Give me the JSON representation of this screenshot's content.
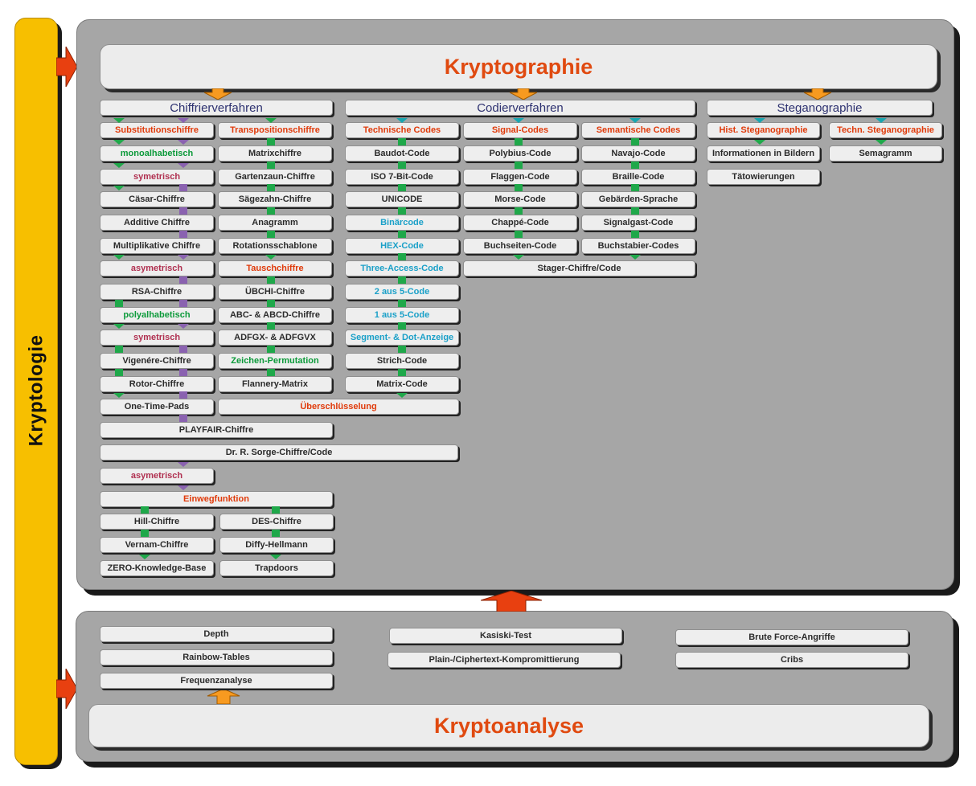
{
  "sidebar": {
    "label": "Kryptologie"
  },
  "kryptographie": {
    "title": "Kryptographie"
  },
  "kryptoanalyse": {
    "title": "Kryptoanalyse"
  },
  "headers": {
    "chiffrier": "Chiffrierverfahren",
    "codier": "Codierverfahren",
    "stegano": "Steganographie"
  },
  "nodes": {
    "substitution": "Substitutionschiffre",
    "transposition": "Transpositionschiffre",
    "monoalph": "monoalhabetisch",
    "matrixchiffre": "Matrixchiffre",
    "sym1": "symetrisch",
    "gartenzaun": "Gartenzaun-Chiffre",
    "caesar": "Cäsar-Chiffre",
    "saegezahn": "Sägezahn-Chiffre",
    "additive": "Additive Chiffre",
    "anagramm": "Anagramm",
    "multiplikative": "Multiplikative Chiffre",
    "rotation": "Rotationsschablone",
    "asym1": "asymetrisch",
    "tausch": "Tauschchiffre",
    "rsa": "RSA-Chiffre",
    "uebchi": "ÜBCHI-Chiffre",
    "polyalph": "polyalhabetisch",
    "abc": "ABC- & ABCD-Chiffre",
    "sym2": "symetrisch",
    "adfgx": "ADFGX- & ADFGVX",
    "vigenere": "Vigenére-Chiffre",
    "zeichenperm": "Zeichen-Permutation",
    "rotor": "Rotor-Chiffre",
    "flannery": "Flannery-Matrix",
    "otp": "One-Time-Pads",
    "ueberschl": "Überschlüsselung",
    "playfair": "PLAYFAIR-Chiffre",
    "sorge": "Dr. R. Sorge-Chiffre/Code",
    "asym2": "asymetrisch",
    "einweg": "Einwegfunktion",
    "hill": "Hill-Chiffre",
    "des": "DES-Chiffre",
    "vernam": "Vernam-Chiffre",
    "diffy": "Diffy-Hellmann",
    "zero": "ZERO-Knowledge-Base",
    "trapdoors": "Trapdoors",
    "tech": "Technische Codes",
    "signal": "Signal-Codes",
    "semantic": "Semantische Codes",
    "baudot": "Baudot-Code",
    "polybius": "Polybius-Code",
    "navajo": "Navajo-Code",
    "iso": "ISO 7-Bit-Code",
    "flaggen": "Flaggen-Code",
    "braille": "Braille-Code",
    "unicode": "UNICODE",
    "morse": "Morse-Code",
    "gebaerden": "Gebärden-Sprache",
    "binaer": "Binärcode",
    "chappe": "Chappé-Code",
    "signalgast": "Signalgast-Code",
    "hex": "HEX-Code",
    "buchseiten": "Buchseiten-Code",
    "buchstabier": "Buchstabier-Codes",
    "threeaccess": "Three-Access-Code",
    "stager": "Stager-Chiffre/Code",
    "zweiaus5": "2 aus 5-Code",
    "einsaus5": "1 aus 5-Code",
    "segment": "Segment- & Dot-Anzeige",
    "strich": "Strich-Code",
    "matrixcode": "Matrix-Code",
    "histstegano": "Hist. Steganographie",
    "technstegano": "Techn. Steganographie",
    "infobilder": "Informationen in Bildern",
    "semagramm": "Semagramm",
    "taetowierung": "Tätowierungen"
  },
  "analysis": {
    "depth": "Depth",
    "rainbow": "Rainbow-Tables",
    "frequenz": "Frequenzanalyse",
    "kasiski": "Kasiski-Test",
    "plaincipher": "Plain-/Ciphertext-Kompromittierung",
    "brute": "Brute Force-Angriffe",
    "cribs": "Cribs"
  },
  "colors": {
    "panel": "#a6a6a6",
    "sidebar": "#f7bf00",
    "title": "#e04a10",
    "red_arrow": "#e84010",
    "orange_arrow": "#f79a20"
  }
}
